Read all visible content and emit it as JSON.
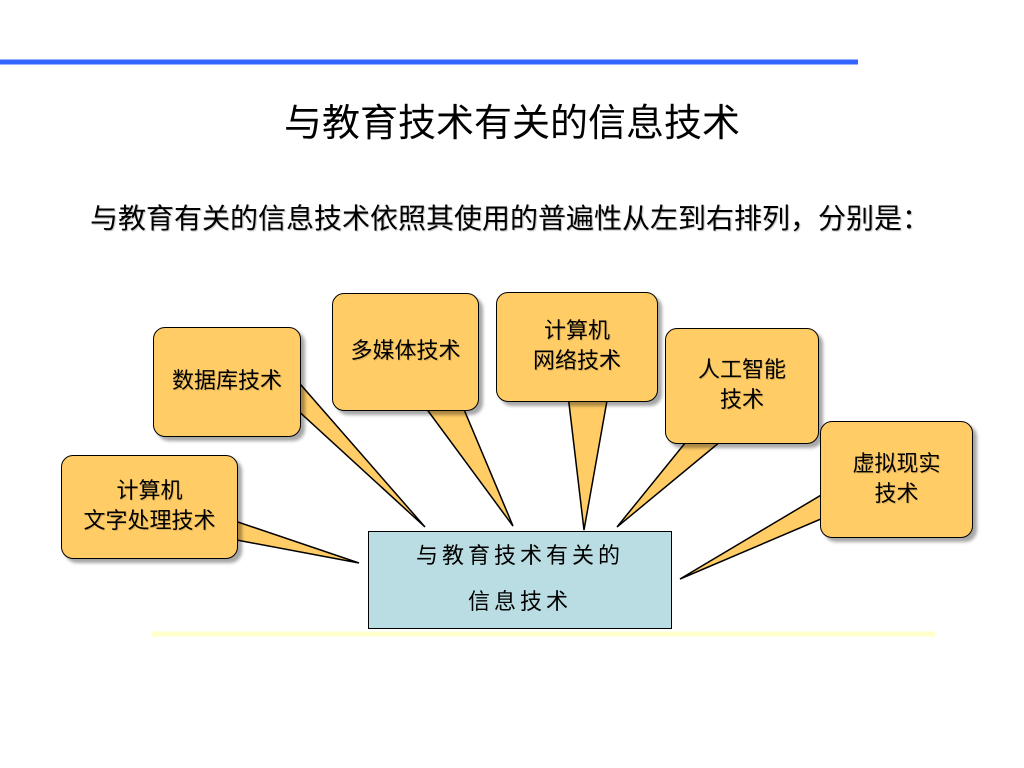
{
  "slide": {
    "title": "与教育技术有关的信息技术",
    "intro": "与教育有关的信息技术依照其使用的普遍性从左到右排列，分别是："
  },
  "bubbles": [
    {
      "lines": [
        "计算机",
        "文字处理技术"
      ]
    },
    {
      "lines": [
        "数据库技术"
      ]
    },
    {
      "lines": [
        "多媒体技术"
      ]
    },
    {
      "lines": [
        "计算机",
        "网络技术"
      ]
    },
    {
      "lines": [
        "人工智能",
        "技术"
      ]
    },
    {
      "lines": [
        "虚拟现实",
        "技术"
      ]
    }
  ],
  "center": {
    "lines": [
      "与教育技术有关的",
      "信息技术"
    ]
  },
  "colors": {
    "top_rule": "#3366ff",
    "bottom_rule": "#ffffcc",
    "bubble_fill": "#ffcc66",
    "center_fill": "#b9dde2"
  }
}
